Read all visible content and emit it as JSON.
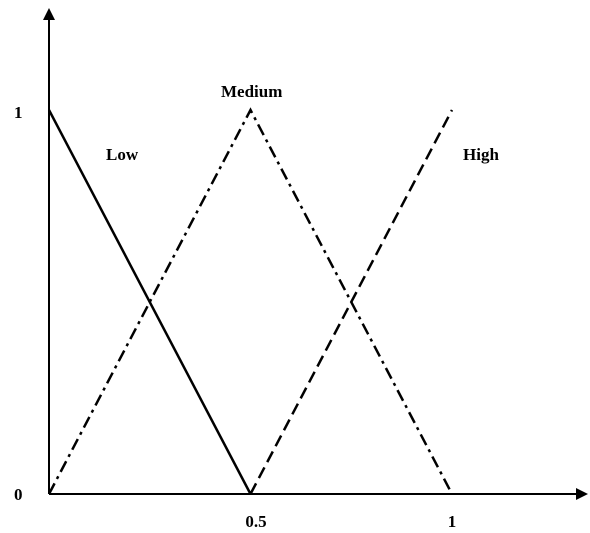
{
  "chart_data": {
    "type": "line",
    "title": "",
    "xlabel": "",
    "ylabel": "",
    "xlim": [
      0,
      1.32
    ],
    "ylim": [
      0,
      1.27
    ],
    "x_ticks": [
      "0.5",
      "1"
    ],
    "y_ticks": [
      "0",
      "1"
    ],
    "grid": false,
    "series": [
      {
        "name": "Low",
        "style": "solid",
        "x": [
          0,
          0.5
        ],
        "y": [
          1,
          0
        ]
      },
      {
        "name": "Medium",
        "style": "dash-dot",
        "x": [
          0,
          0.5,
          1
        ],
        "y": [
          0,
          1,
          0
        ]
      },
      {
        "name": "High",
        "style": "dashed",
        "x": [
          0.5,
          1
        ],
        "y": [
          0,
          1
        ]
      }
    ]
  }
}
